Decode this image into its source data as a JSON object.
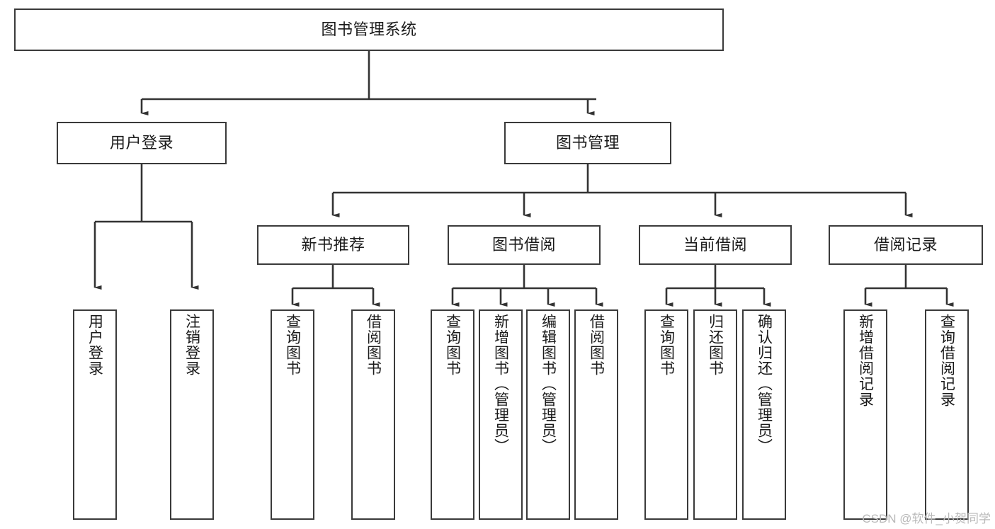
{
  "diagram": {
    "type": "tree",
    "title": "图书管理系统",
    "root": {
      "id": "root",
      "label": "图书管理系统"
    },
    "level2": [
      {
        "id": "user-login",
        "label": "用户登录"
      },
      {
        "id": "book-manage",
        "label": "图书管理"
      }
    ],
    "level3": [
      {
        "id": "new-book-recommend",
        "label": "新书推荐"
      },
      {
        "id": "book-borrow",
        "label": "图书借阅"
      },
      {
        "id": "current-borrow",
        "label": "当前借阅"
      },
      {
        "id": "borrow-record",
        "label": "借阅记录"
      }
    ],
    "leaves": [
      {
        "id": "leaf-user-login",
        "label": "用户登录",
        "parent": "user-login"
      },
      {
        "id": "leaf-logout-login",
        "label": "注销登录",
        "parent": "user-login"
      },
      {
        "id": "leaf-query-book-1",
        "label": "查询图书",
        "parent": "new-book-recommend"
      },
      {
        "id": "leaf-borrow-book-1",
        "label": "借阅图书",
        "parent": "new-book-recommend"
      },
      {
        "id": "leaf-query-book-2",
        "label": "查询图书",
        "parent": "book-borrow"
      },
      {
        "id": "leaf-add-book",
        "label": "新增图书（管理员）",
        "parent": "book-borrow"
      },
      {
        "id": "leaf-edit-book",
        "label": "编辑图书（管理员）",
        "parent": "book-borrow"
      },
      {
        "id": "leaf-borrow-book-2",
        "label": "借阅图书",
        "parent": "book-borrow"
      },
      {
        "id": "leaf-query-book-3",
        "label": "查询图书",
        "parent": "current-borrow"
      },
      {
        "id": "leaf-return-book",
        "label": "归还图书",
        "parent": "current-borrow"
      },
      {
        "id": "leaf-confirm-return",
        "label": "确认归还（管理员）",
        "parent": "current-borrow"
      },
      {
        "id": "leaf-add-record",
        "label": "新增借阅记录",
        "parent": "borrow-record"
      },
      {
        "id": "leaf-query-record",
        "label": "查询借阅记录",
        "parent": "borrow-record"
      }
    ],
    "colors": {
      "border": "#3a3a3a",
      "background": "#ffffff",
      "text": "#1a1a1a",
      "edge": "#333333",
      "watermark": "#b9b9b9"
    }
  },
  "watermark": {
    "text": "CSDN @软件_小贺同学"
  }
}
